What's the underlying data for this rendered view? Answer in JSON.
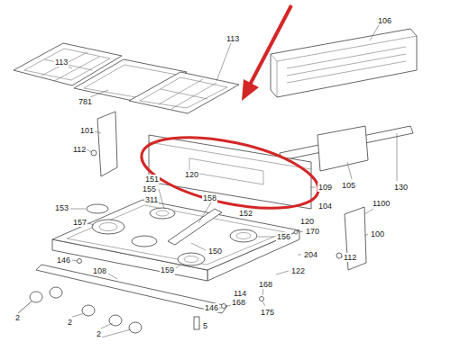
{
  "diagram": {
    "labels": [
      "113",
      "781",
      "113",
      "106",
      "101",
      "112",
      "151",
      "120",
      "155",
      "311",
      "158",
      "109",
      "104",
      "105",
      "130",
      "153",
      "157",
      "152",
      "120",
      "156",
      "170",
      "1100",
      "100",
      "150",
      "112",
      "204",
      "146",
      "108",
      "159",
      "122",
      "168",
      "114",
      "168",
      "175",
      "146",
      "2",
      "2",
      "2",
      "5"
    ]
  }
}
